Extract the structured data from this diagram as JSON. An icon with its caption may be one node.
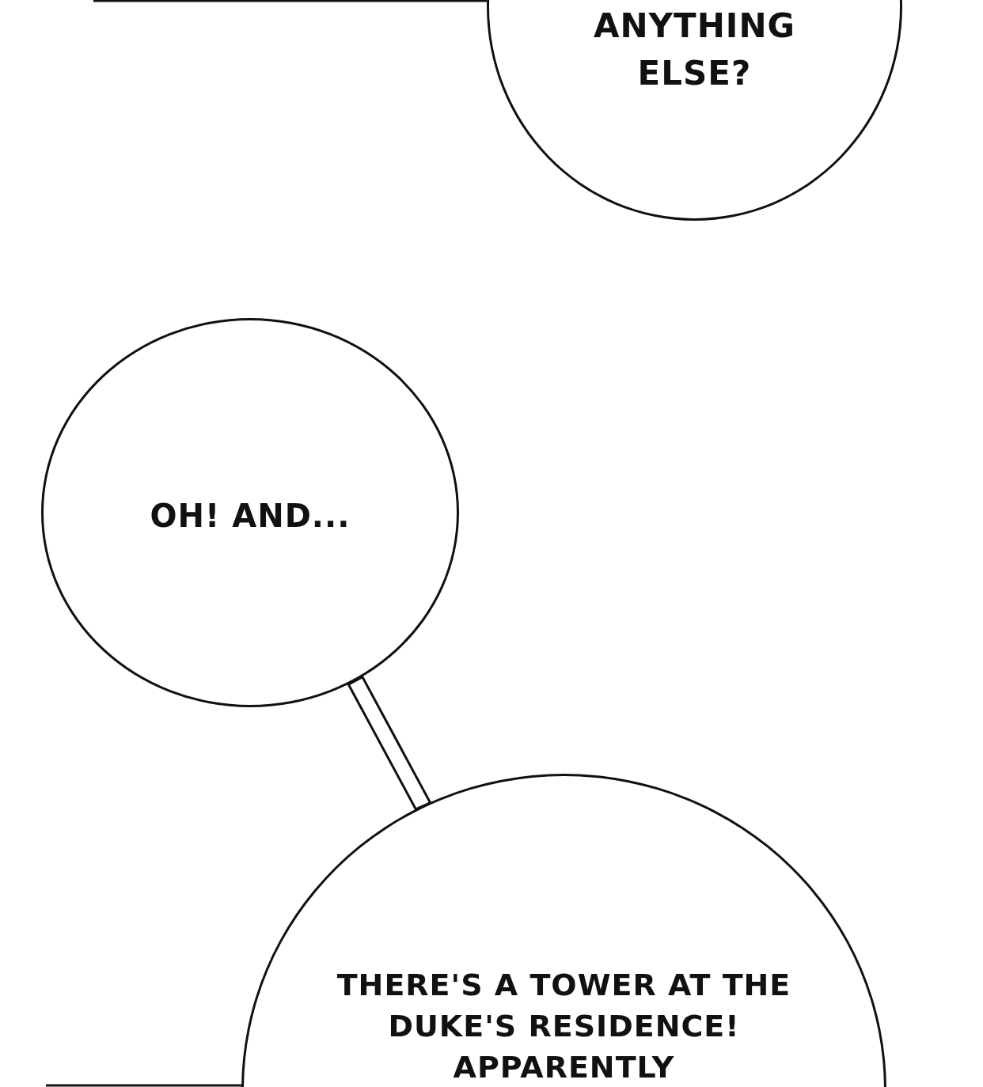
{
  "diagram": {
    "nodes": [
      {
        "text": [
          "ANYTHING ELSE?"
        ]
      },
      {
        "text": [
          "OH! AND..."
        ]
      },
      {
        "text": [
          "THERE'S A TOWER AT THE DUKE'S RESIDENCE! APPARENTLY"
        ]
      }
    ],
    "edges": [
      {
        "from": 1,
        "to": 2,
        "arrow": "none"
      }
    ]
  }
}
